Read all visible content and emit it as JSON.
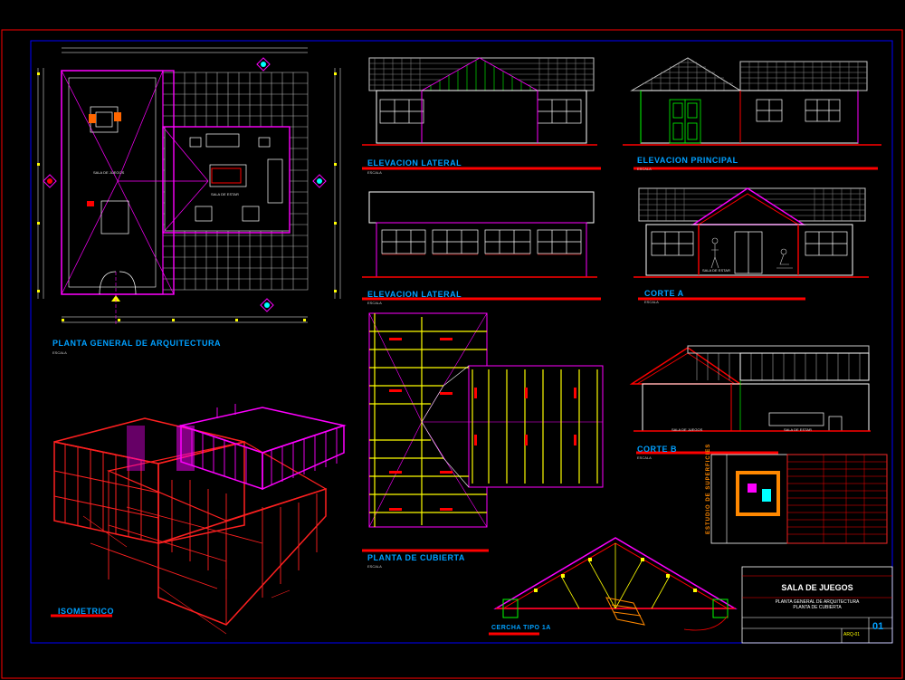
{
  "drawing": {
    "labels": {
      "plan_title": "PLANTA GENERAL DE ARQUITECTURA",
      "elev_lateral_1": "ELEVACION LATERAL",
      "elev_lateral_2": "ELEVACION LATERAL",
      "elev_principal": "ELEVACION PRINCIPAL",
      "corte_a": "CORTE A",
      "corte_b": "CORTE B",
      "roof_plan": "PLANTA DE CUBIERTA",
      "isometric": "ISOMETRICO",
      "truss": "CERCHA TIPO 1a",
      "room_1": "SALA DE JUEGOS",
      "room_2": "SALA DE ESTAR",
      "corte_b_room_1": "SALA DE JUEGOS",
      "corte_b_room_2": "SALA DE ESTAR",
      "corte_a_room": "SALA DE ESTAR",
      "scale_text": "ESCALA"
    },
    "title_block": {
      "project": "SALA DE JUEGOS",
      "content": "PLANTA GENERAL DE ARQUITECTURA\nPLANTA DE CUBIERTA",
      "sheet": "01",
      "sheet_code": "ARQ-01"
    },
    "area_table": {
      "title": "ESTUDIO DE SUPERFICIES"
    },
    "colors": {
      "border": "#ff0000",
      "inner_border": "#0000ff",
      "plan_wall": "#ff00ff",
      "grid": "#c8c8c8",
      "title_text": "#0080ff",
      "elevation": "#ffffff",
      "roof": "#ff00ff",
      "rafter": "#ffff00",
      "accent_red": "#ff0000",
      "green": "#00ff00",
      "cyan": "#00ffff"
    }
  }
}
